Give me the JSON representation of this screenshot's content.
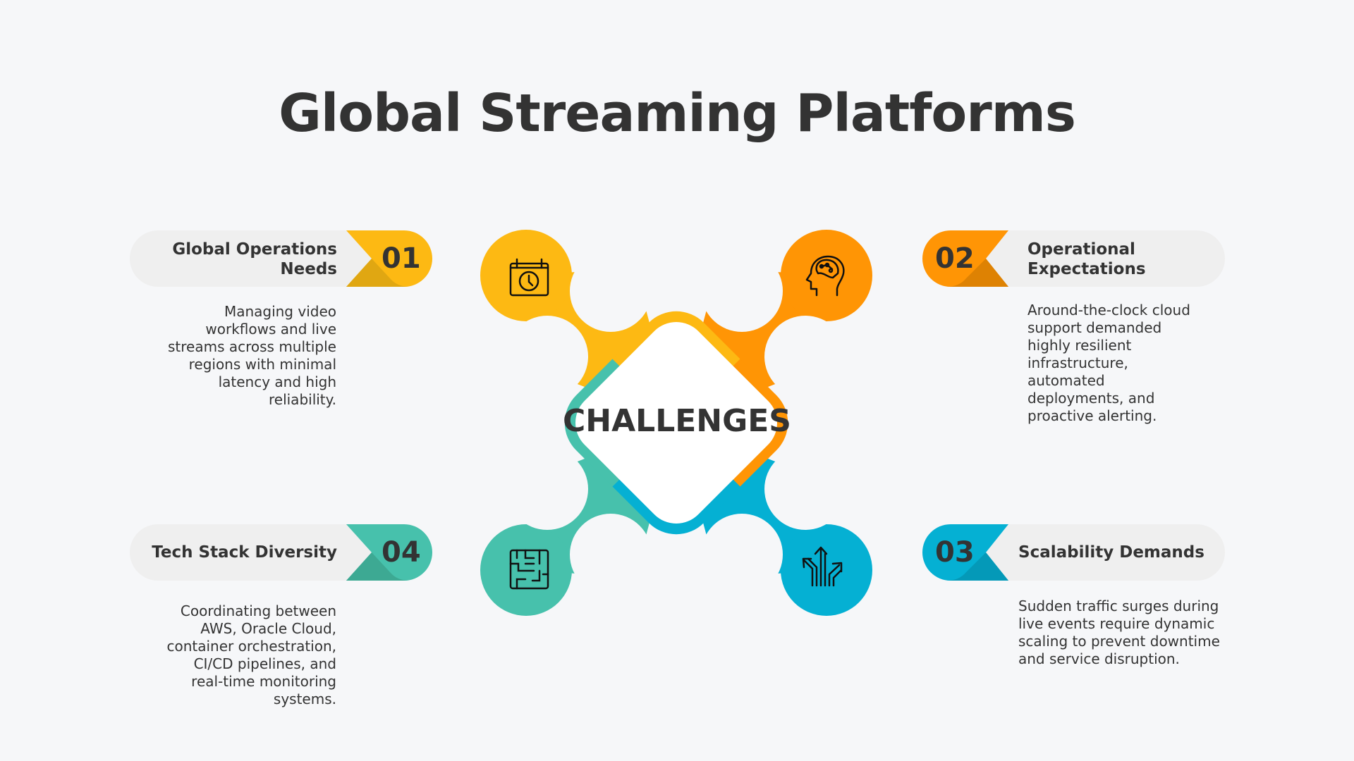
{
  "title": "Global Streaming Platforms",
  "center_label": "CHALLENGES",
  "colors": {
    "yellow": "#FDB913",
    "orange": "#FF9505",
    "teal": "#47C1AC",
    "blue": "#05B0D3",
    "background": "#F6F7F9"
  },
  "items": [
    {
      "number": "01",
      "title_lines": [
        "Global Operations",
        "Needs"
      ],
      "body_lines": [
        "Managing video",
        "workflows and live",
        "streams across multiple",
        "regions with minimal",
        "latency and high",
        "reliability."
      ],
      "icon": "calendar-clock-icon"
    },
    {
      "number": "02",
      "title_lines": [
        "Operational",
        "Expectations"
      ],
      "body_lines": [
        "Around-the-clock cloud",
        "support demanded",
        "highly resilient",
        "infrastructure,",
        "automated",
        "deployments, and",
        "proactive alerting."
      ],
      "icon": "brain-head-icon"
    },
    {
      "number": "03",
      "title_lines": [
        "Scalability Demands"
      ],
      "body_lines": [
        "Sudden traffic surges during",
        "live events require dynamic",
        "scaling to prevent downtime",
        "and service disruption."
      ],
      "icon": "diverging-arrows-icon"
    },
    {
      "number": "04",
      "title_lines": [
        "Tech Stack Diversity"
      ],
      "body_lines": [
        "Coordinating between",
        "AWS, Oracle Cloud,",
        "container orchestration,",
        "CI/CD pipelines, and",
        "real-time monitoring",
        "systems."
      ],
      "icon": "maze-icon"
    }
  ]
}
